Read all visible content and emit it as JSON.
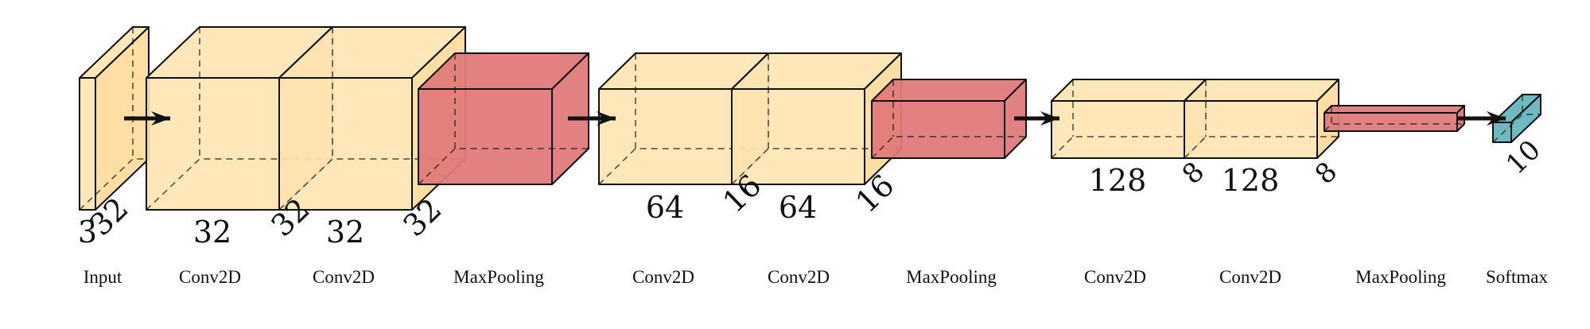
{
  "colors": {
    "conv": "#FFE4B3",
    "conv_side": "#FFDA99",
    "pool": "#E07A7A",
    "softmax": "#6FB9C1",
    "stroke": "#111111",
    "arrow": "#111111"
  },
  "layers": [
    {
      "type": "conv",
      "label": "Input",
      "dim_bottom": "3",
      "dim_side": "32"
    },
    {
      "type": "conv",
      "label": "Conv2D",
      "dim_bottom": "32",
      "dim_side": "32"
    },
    {
      "type": "conv",
      "label": "Conv2D",
      "dim_bottom": "32",
      "dim_side": "32"
    },
    {
      "type": "pool",
      "label": "MaxPooling",
      "dim_bottom": "",
      "dim_side": ""
    },
    {
      "type": "conv",
      "label": "Conv2D",
      "dim_bottom": "64",
      "dim_side": "16"
    },
    {
      "type": "conv",
      "label": "Conv2D",
      "dim_bottom": "64",
      "dim_side": "16"
    },
    {
      "type": "pool",
      "label": "MaxPooling",
      "dim_bottom": "",
      "dim_side": ""
    },
    {
      "type": "conv",
      "label": "Conv2D",
      "dim_bottom": "128",
      "dim_side": "8"
    },
    {
      "type": "conv",
      "label": "Conv2D",
      "dim_bottom": "128",
      "dim_side": "8"
    },
    {
      "type": "pool",
      "label": "MaxPooling",
      "dim_bottom": "",
      "dim_side": ""
    },
    {
      "type": "softmax",
      "label": "Softmax",
      "dim_bottom": "",
      "dim_side": "10"
    }
  ]
}
